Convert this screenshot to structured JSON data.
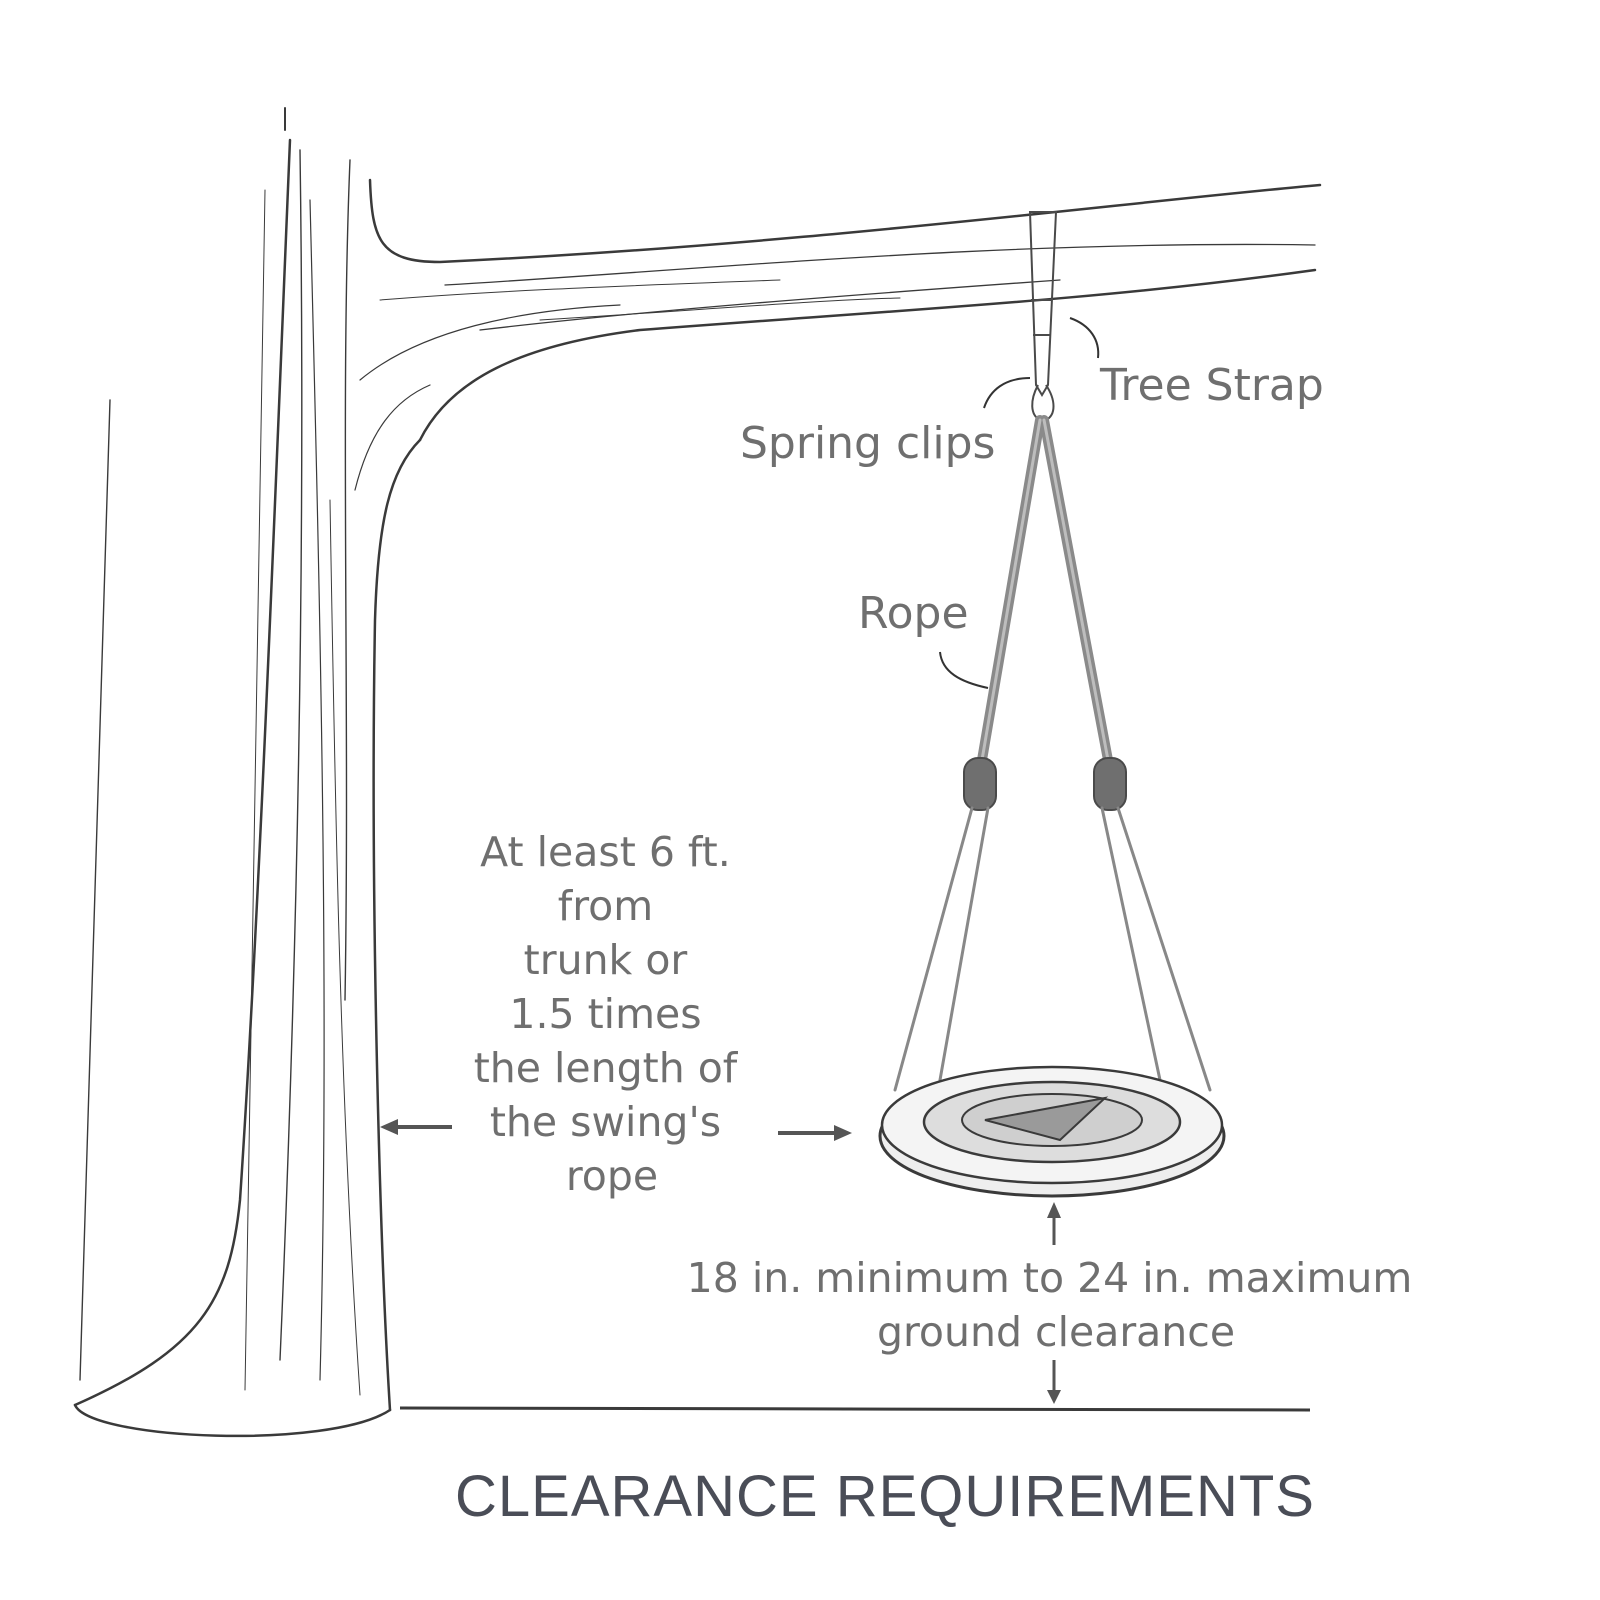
{
  "labels": {
    "tree_strap": "Tree Strap",
    "spring_clips": "Spring clips",
    "rope": "Rope",
    "distance": [
      "At least 6 ft.",
      "from",
      "trunk or",
      "1.5 times",
      "the length of",
      "the swing's",
      "rope"
    ],
    "ground": [
      "18 in. minimum to 24 in. maximum",
      "ground clearance"
    ]
  },
  "title": "CLEARANCE REQUIREMENTS",
  "colors": {
    "line": "#3a3a3a",
    "rope": "#8a8a8a",
    "label": "#6f6f6f",
    "title": "#4a4d57"
  }
}
